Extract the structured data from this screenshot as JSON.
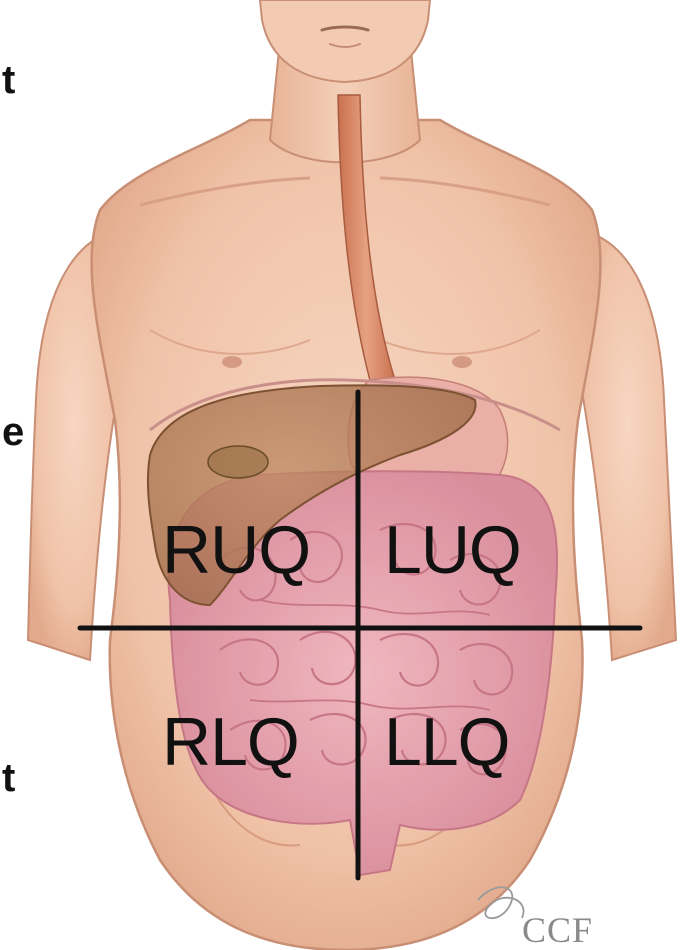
{
  "quadrants": {
    "ruq": "RUQ",
    "luq": "LUQ",
    "rlq": "RLQ",
    "llq": "LLQ"
  },
  "edge_fragments": {
    "top": "t",
    "middle": "e",
    "bottom": "t"
  },
  "credit": "CCF",
  "colors": {
    "skin": "#f2cbb3",
    "skin_shadow": "#dba188",
    "liver": "#b07a55",
    "stomach": "#eab0a8",
    "intestine": "#e3a2ad",
    "intestine_dark": "#c77686",
    "esophagus": "#d98a6b",
    "divider": "#111111"
  }
}
